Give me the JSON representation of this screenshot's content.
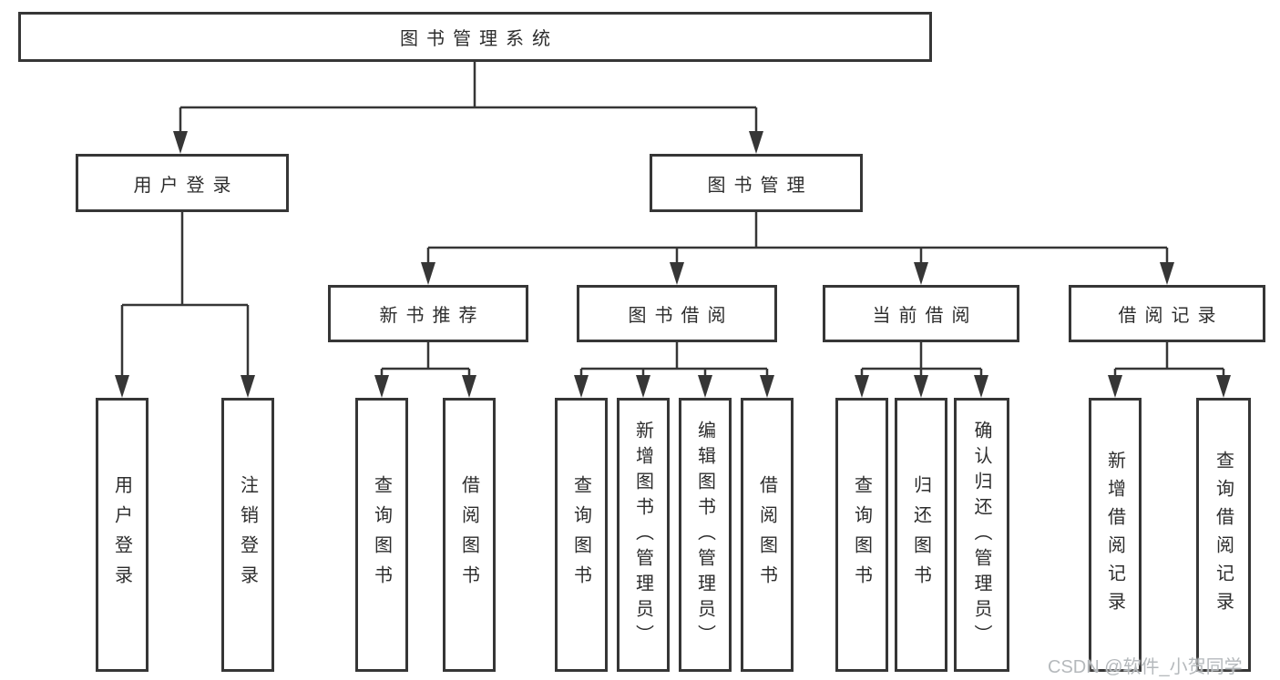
{
  "diagram": {
    "root": {
      "label": "图书管理系统"
    },
    "level1": [
      {
        "label": "用户登录"
      },
      {
        "label": "图书管理"
      }
    ],
    "level2": [
      {
        "label": "新书推荐"
      },
      {
        "label": "图书借阅"
      },
      {
        "label": "当前借阅"
      },
      {
        "label": "借阅记录"
      }
    ],
    "leaves": {
      "login": [
        {
          "label": "用户登录"
        },
        {
          "label": "注销登录"
        }
      ],
      "recommend": [
        {
          "label": "查询图书"
        },
        {
          "label": "借阅图书"
        }
      ],
      "borrow": [
        {
          "label": "查询图书"
        },
        {
          "label": "新增图书（管理员）"
        },
        {
          "label": "编辑图书（管理员）"
        },
        {
          "label": "借阅图书"
        }
      ],
      "current": [
        {
          "label": "查询图书"
        },
        {
          "label": "归还图书"
        },
        {
          "label": "确认归还（管理员）"
        }
      ],
      "records": [
        {
          "label": "新增借阅记录"
        },
        {
          "label": "查询借阅记录"
        }
      ]
    },
    "colors": {
      "line": "#363636",
      "text": "#2d2d2d",
      "background": "#ffffff",
      "watermark": "#b5b9bc"
    }
  },
  "watermark": {
    "text": "CSDN @软件_小贺同学"
  }
}
